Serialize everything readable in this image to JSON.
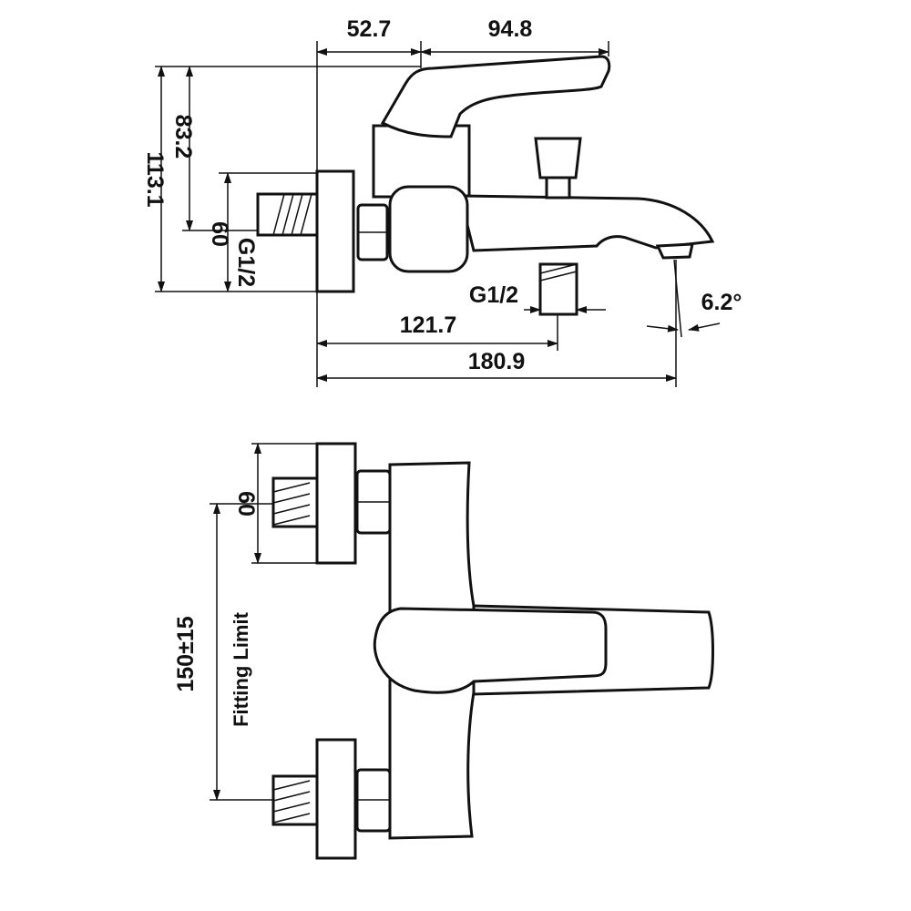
{
  "side_view": {
    "dim_handle_offset": "52.7",
    "dim_handle_length": "94.8",
    "dim_total_height": "113.1",
    "dim_handle_height": "83.2",
    "dim_flange_height": "60",
    "inlet_thread": "G1/2",
    "outlet_thread": "G1/2",
    "dim_outlet_distance": "121.7",
    "dim_total_length": "180.9",
    "spout_angle": "6.2°"
  },
  "top_view": {
    "dim_flange_height": "60",
    "dim_centers": "150±15",
    "fitting_limit_label": "Fitting Limit"
  }
}
